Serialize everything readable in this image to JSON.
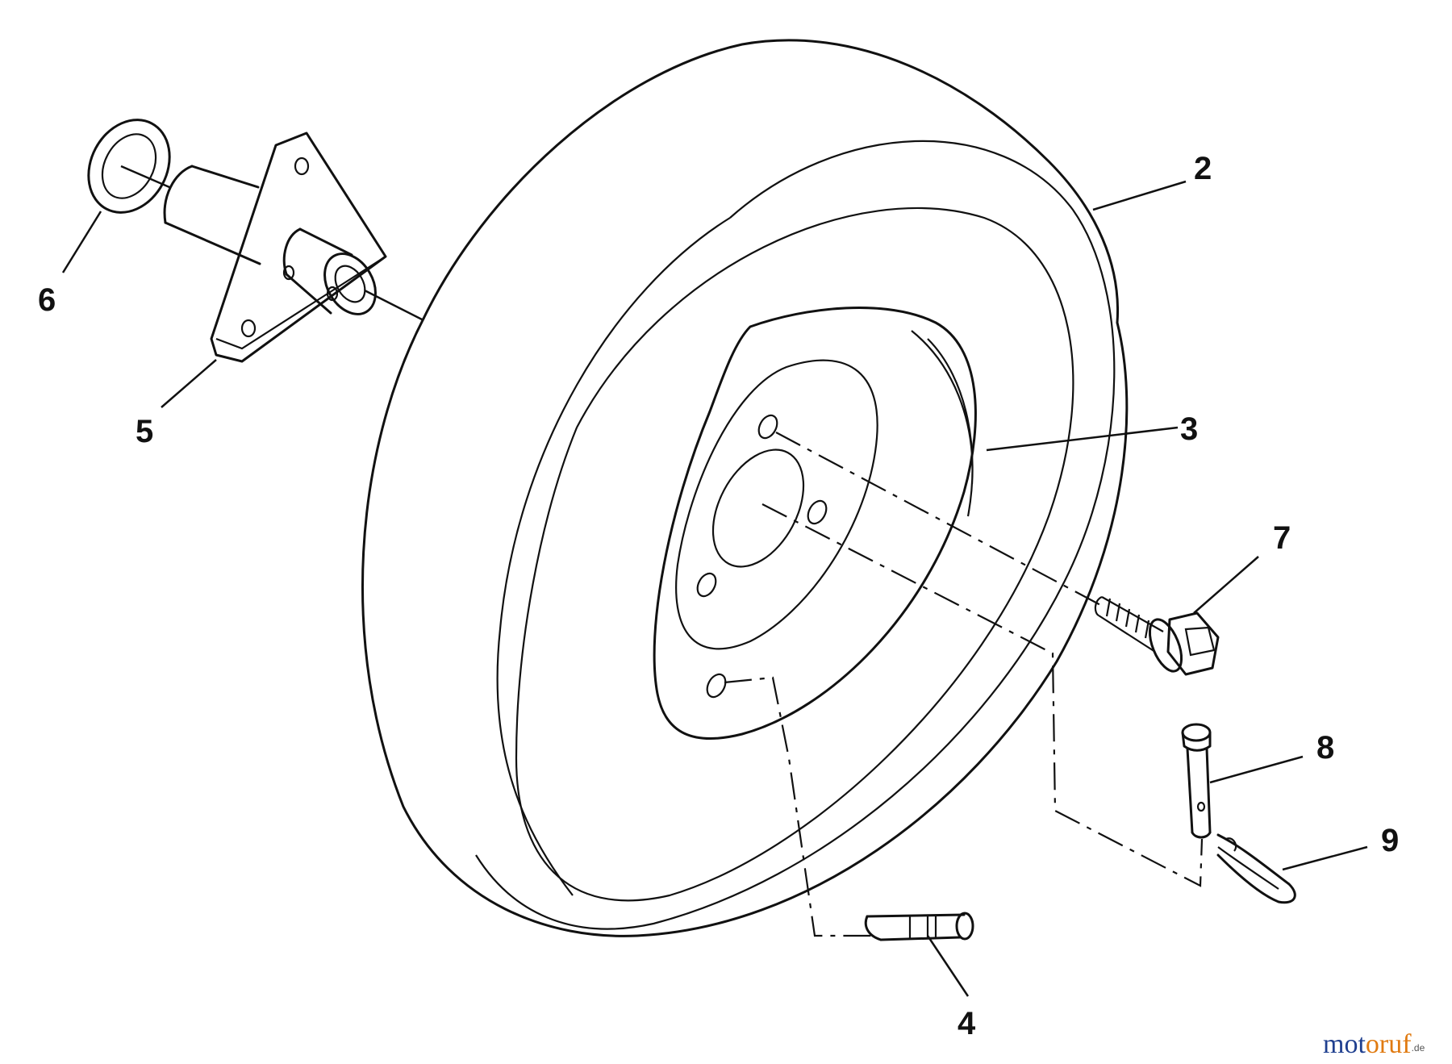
{
  "callouts": {
    "tire": "2",
    "rim": "3",
    "valve_stem": "4",
    "axle_bracket": "5",
    "washer": "6",
    "bolt": "7",
    "clevis_pin": "8",
    "hair_pin": "9"
  },
  "watermark": {
    "part1": "mot",
    "part2": "oruf",
    "suffix": ".de",
    "colors": {
      "part1": "#1f3f8f",
      "part2": "#e07a10"
    }
  }
}
